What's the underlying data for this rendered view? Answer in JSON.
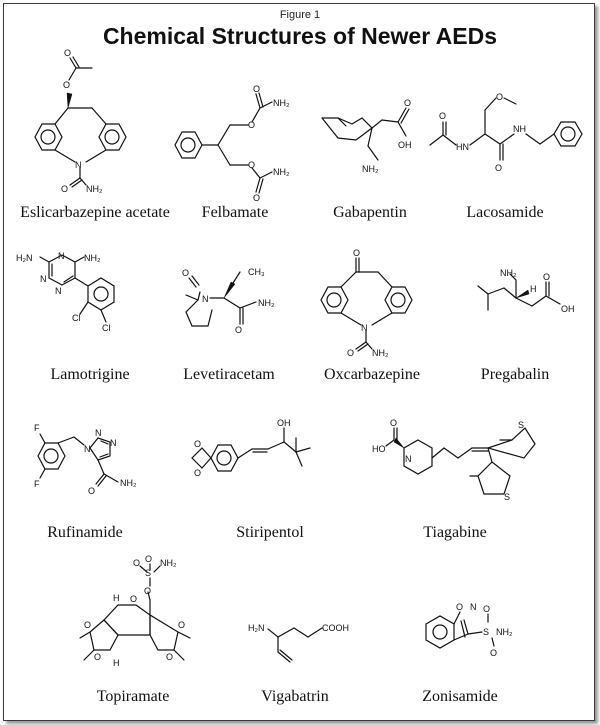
{
  "figure": {
    "label": "Figure 1",
    "title": "Chemical Structures of Newer AEDs"
  },
  "compounds": [
    {
      "name": "Eslicarbazepine acetate"
    },
    {
      "name": "Felbamate"
    },
    {
      "name": "Gabapentin"
    },
    {
      "name": "Lacosamide"
    },
    {
      "name": "Lamotrigine"
    },
    {
      "name": "Levetiracetam"
    },
    {
      "name": "Oxcarbazepine"
    },
    {
      "name": "Pregabalin"
    },
    {
      "name": "Rufinamide"
    },
    {
      "name": "Stiripentol"
    },
    {
      "name": "Tiagabine"
    },
    {
      "name": "Topiramate"
    },
    {
      "name": "Vigabatrin"
    },
    {
      "name": "Zonisamide"
    }
  ],
  "atoms": {
    "O": "O",
    "N": "N",
    "NH2": "NH₂",
    "H2N": "H₂N",
    "OH": "OH",
    "NH": "NH",
    "H": "H",
    "HN": "HN",
    "Cl": "Cl",
    "F": "F",
    "S": "S",
    "COOH": "COOH",
    "CH3": "CH₃"
  }
}
